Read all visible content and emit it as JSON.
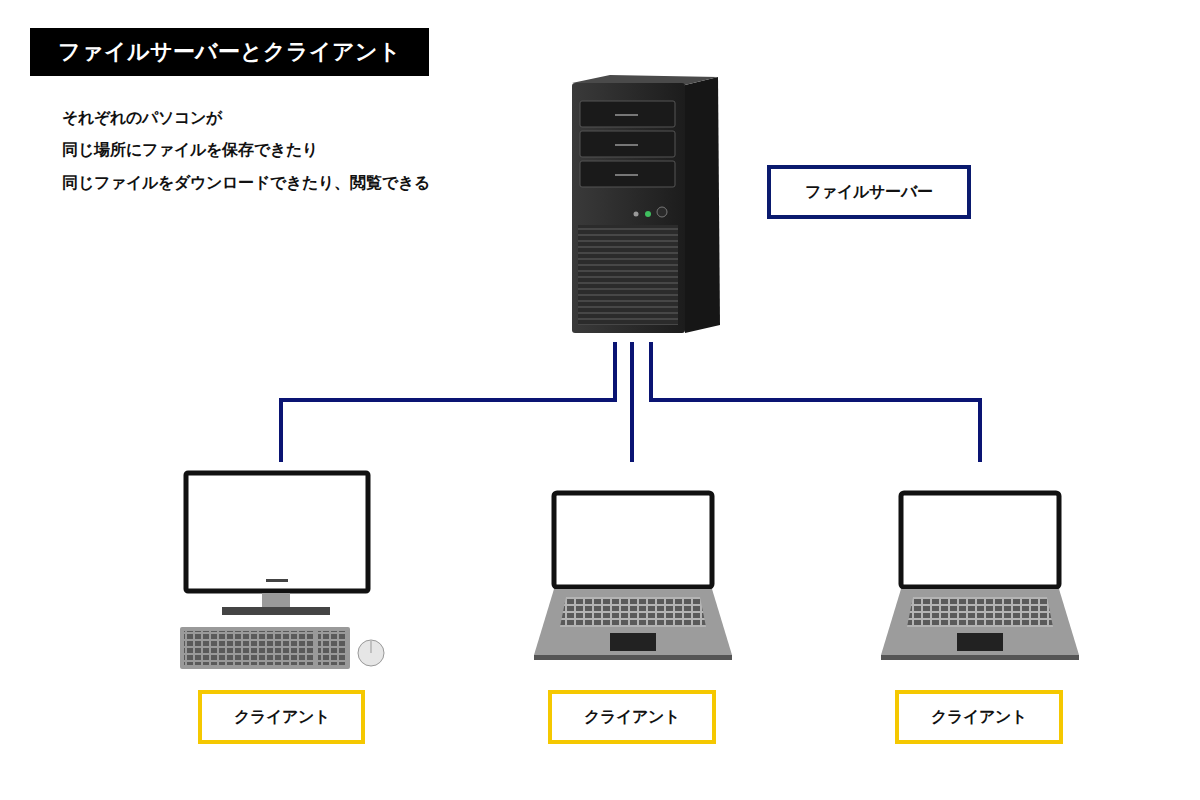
{
  "diagram": {
    "title": "ファイルサーバーとクライアント",
    "nodes": [
      {
        "text": [
          "ファイルサーバー"
        ]
      },
      {
        "text": [
          "クライアント"
        ]
      },
      {
        "text": [
          "クライアント"
        ]
      },
      {
        "text": [
          "クライアント"
        ]
      }
    ],
    "edges": [
      {
        "from": 0,
        "to": 1,
        "arrow": "none"
      },
      {
        "from": 0,
        "to": 2,
        "arrow": "none"
      },
      {
        "from": 0,
        "to": 3,
        "arrow": "none"
      }
    ],
    "labels": [
      "それぞれのパソコンが",
      "同じ場所にファイルを保存できたり",
      "同じファイルをダウンロードできたり、閲覧できる"
    ]
  }
}
